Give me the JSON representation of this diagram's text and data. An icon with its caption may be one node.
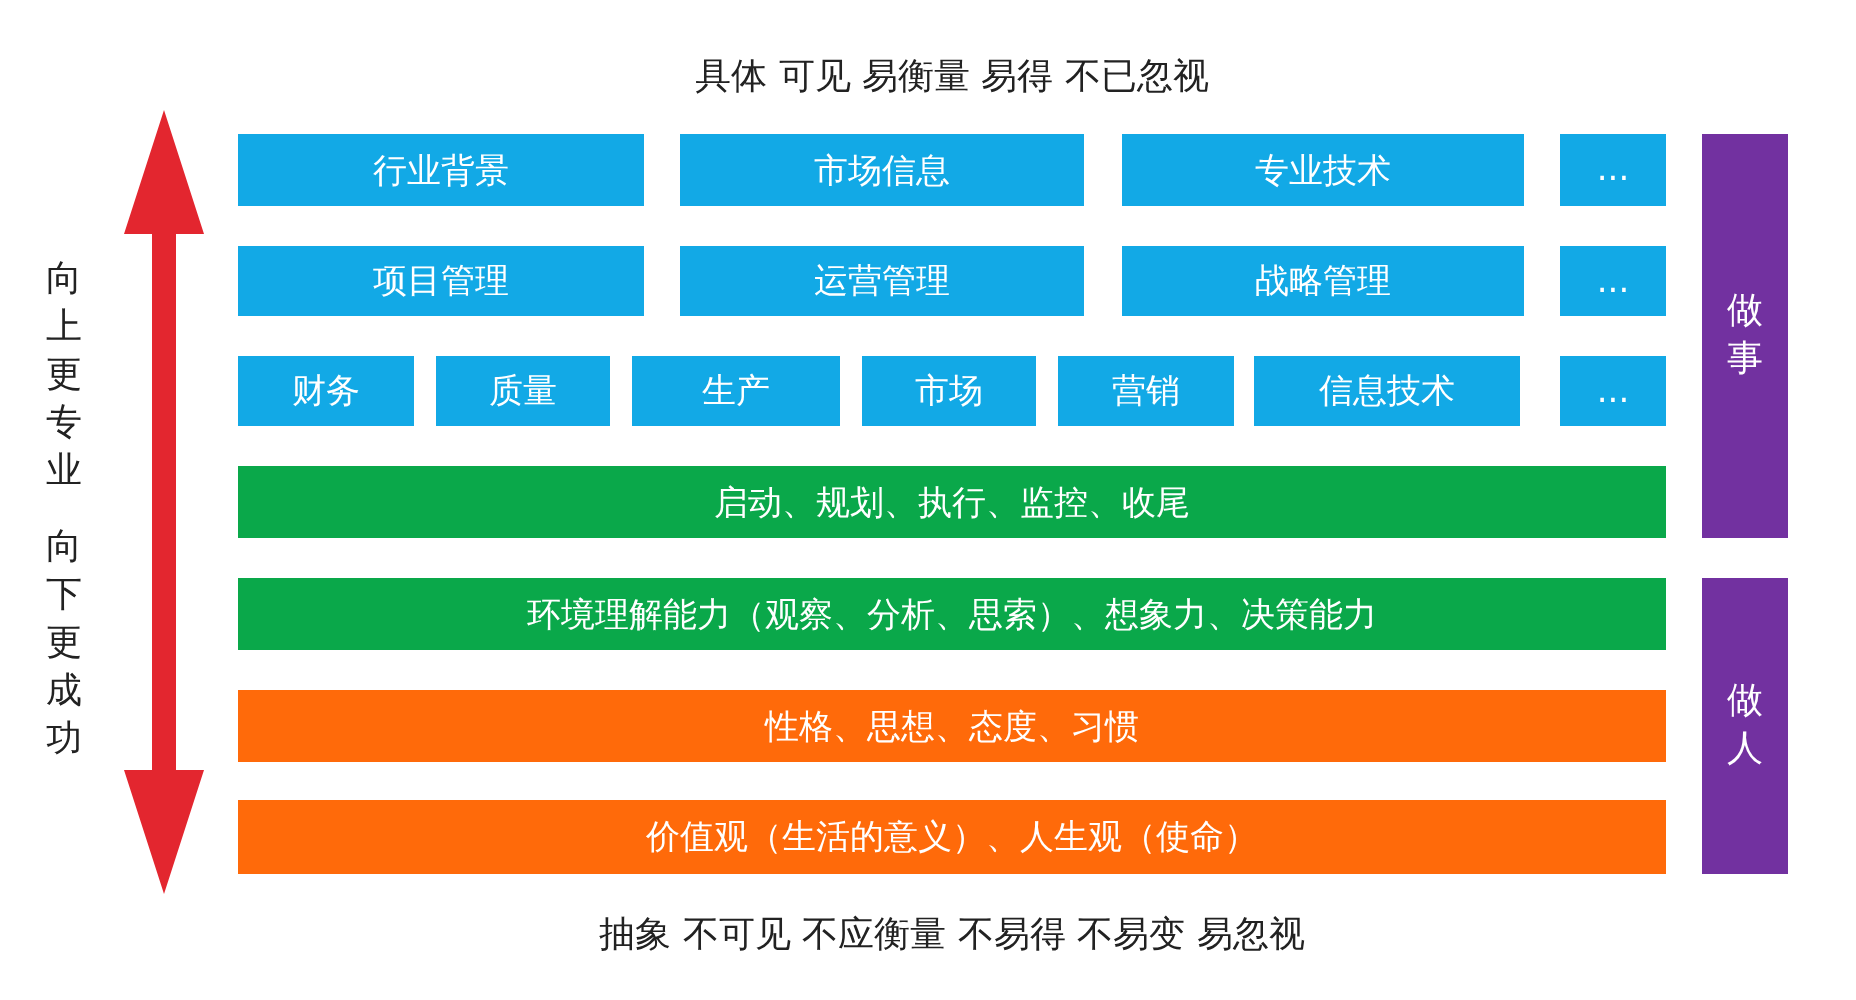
{
  "diagram": {
    "nodes": [
      {
        "text": [
          "行业背景"
        ]
      },
      {
        "text": [
          "市场信息"
        ]
      },
      {
        "text": [
          "专业技术"
        ]
      },
      {
        "text": [
          "..."
        ]
      },
      {
        "text": [
          "项目管理"
        ]
      },
      {
        "text": [
          "运营管理"
        ]
      },
      {
        "text": [
          "战略管理"
        ]
      },
      {
        "text": [
          "..."
        ]
      },
      {
        "text": [
          "财务"
        ]
      },
      {
        "text": [
          "质量"
        ]
      },
      {
        "text": [
          "生产"
        ]
      },
      {
        "text": [
          "市场"
        ]
      },
      {
        "text": [
          "营销"
        ]
      },
      {
        "text": [
          "信息技术"
        ]
      },
      {
        "text": [
          "..."
        ]
      },
      {
        "text": [
          "启动、规划、执行、监控、收尾"
        ]
      },
      {
        "text": [
          "做事"
        ]
      },
      {
        "text": [
          "环境理解能力（观察、分析、思索）、想象力、决策能力"
        ]
      },
      {
        "text": [
          "性格、思想、态度、习惯"
        ]
      },
      {
        "text": [
          "价值观（生活的意义）、人生观（使命）"
        ]
      },
      {
        "text": [
          "做人"
        ]
      }
    ],
    "labels": [
      "具体 可见 易衡量 易得 不已忽视",
      "向上更专业",
      "向下更成功",
      "抽象 不可见 不应衡量 不易得 不易变 易忽视"
    ]
  }
}
